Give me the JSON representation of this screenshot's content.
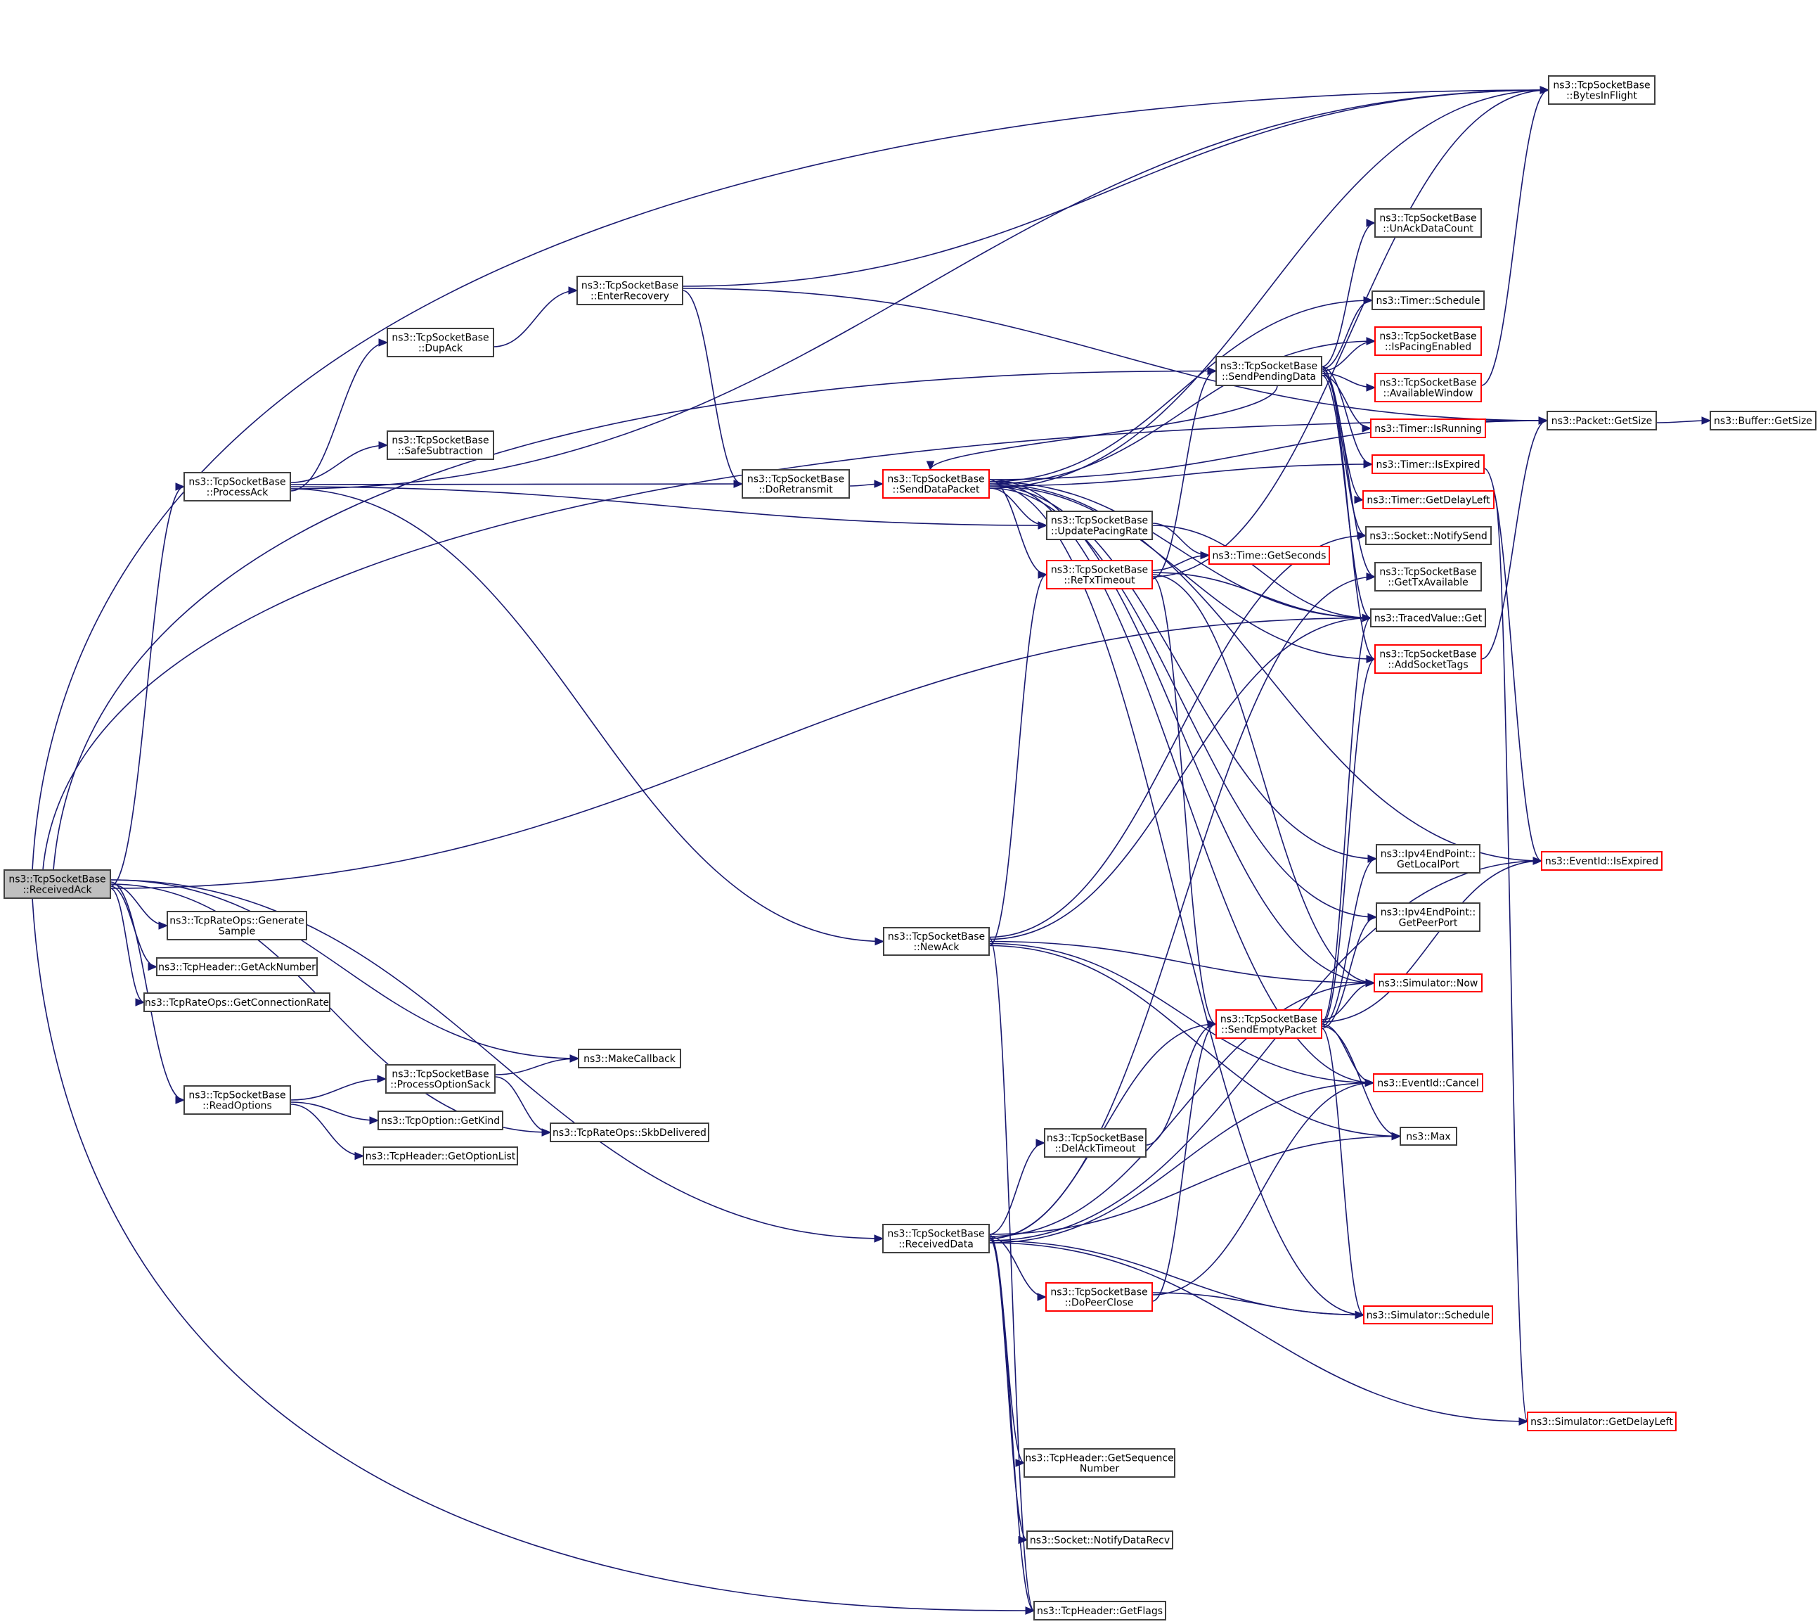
{
  "diagram": {
    "type": "call-graph",
    "root": "n_receivedack",
    "colors": {
      "edge": "#191970",
      "node_border": "#404040",
      "truncated_border": "#ff0000",
      "root_fill": "#bfbfbf"
    },
    "nodes": [
      {
        "id": "n_receivedack",
        "lines": [
          "ns3::TcpSocketBase",
          "::ReceivedAck"
        ],
        "root": true
      },
      {
        "id": "n_bytesinflight",
        "lines": [
          "ns3::TcpSocketBase",
          "::BytesInFlight"
        ]
      },
      {
        "id": "n_packetgetsize",
        "lines": [
          "ns3::Packet::GetSize"
        ]
      },
      {
        "id": "n_buffergetsize",
        "lines": [
          "ns3::Buffer::GetSize"
        ]
      },
      {
        "id": "n_unackdatacount",
        "lines": [
          "ns3::TcpSocketBase",
          "::UnAckDataCount"
        ]
      },
      {
        "id": "n_timerschedule",
        "lines": [
          "ns3::Timer::Schedule"
        ]
      },
      {
        "id": "n_ispacingenabled",
        "lines": [
          "ns3::TcpSocketBase",
          "::IsPacingEnabled"
        ],
        "truncated": true
      },
      {
        "id": "n_sendpendingdata",
        "lines": [
          "ns3::TcpSocketBase",
          "::SendPendingData"
        ]
      },
      {
        "id": "n_availablewindow",
        "lines": [
          "ns3::TcpSocketBase",
          "::AvailableWindow"
        ],
        "truncated": true
      },
      {
        "id": "n_timerisrunning",
        "lines": [
          "ns3::Timer::IsRunning"
        ],
        "truncated": true
      },
      {
        "id": "n_timerisexpired",
        "lines": [
          "ns3::Timer::IsExpired"
        ],
        "truncated": true
      },
      {
        "id": "n_timergetdelayleft",
        "lines": [
          "ns3::Timer::GetDelayLeft"
        ],
        "truncated": true
      },
      {
        "id": "n_notifysend",
        "lines": [
          "ns3::Socket::NotifySend"
        ]
      },
      {
        "id": "n_timegetseconds",
        "lines": [
          "ns3::Time::GetSeconds"
        ],
        "truncated": true
      },
      {
        "id": "n_gettxavailable",
        "lines": [
          "ns3::TcpSocketBase",
          "::GetTxAvailable"
        ]
      },
      {
        "id": "n_tracedvalueget",
        "lines": [
          "ns3::TracedValue::Get"
        ]
      },
      {
        "id": "n_addsockettags",
        "lines": [
          "ns3::TcpSocketBase",
          "::AddSocketTags"
        ],
        "truncated": true
      },
      {
        "id": "n_eventidisexpired",
        "lines": [
          "ns3::EventId::IsExpired"
        ],
        "truncated": true
      },
      {
        "id": "n_getlocalport",
        "lines": [
          "ns3::Ipv4EndPoint::",
          "GetLocalPort"
        ]
      },
      {
        "id": "n_getpeerport",
        "lines": [
          "ns3::Ipv4EndPoint::",
          "GetPeerPort"
        ]
      },
      {
        "id": "n_simulatornow",
        "lines": [
          "ns3::Simulator::Now"
        ],
        "truncated": true
      },
      {
        "id": "n_sendemptypacket",
        "lines": [
          "ns3::TcpSocketBase",
          "::SendEmptyPacket"
        ],
        "truncated": true
      },
      {
        "id": "n_eventidcancel",
        "lines": [
          "ns3::EventId::Cancel"
        ],
        "truncated": true
      },
      {
        "id": "n_max",
        "lines": [
          "ns3::Max"
        ]
      },
      {
        "id": "n_delacktimeout",
        "lines": [
          "ns3::TcpSocketBase",
          "::DelAckTimeout"
        ]
      },
      {
        "id": "n_dopeerclose",
        "lines": [
          "ns3::TcpSocketBase",
          "::DoPeerClose"
        ],
        "truncated": true
      },
      {
        "id": "n_simulatorschedule",
        "lines": [
          "ns3::Simulator::Schedule"
        ],
        "truncated": true
      },
      {
        "id": "n_simulatorgetdelayleft",
        "lines": [
          "ns3::Simulator::GetDelayLeft"
        ],
        "truncated": true
      },
      {
        "id": "n_receiveddata",
        "lines": [
          "ns3::TcpSocketBase",
          "::ReceivedData"
        ]
      },
      {
        "id": "n_getsequencenumber",
        "lines": [
          "ns3::TcpHeader::GetSequence",
          "Number"
        ]
      },
      {
        "id": "n_notifydatarecv",
        "lines": [
          "ns3::Socket::NotifyDataRecv"
        ]
      },
      {
        "id": "n_getflags",
        "lines": [
          "ns3::TcpHeader::GetFlags"
        ]
      },
      {
        "id": "n_generatesample",
        "lines": [
          "ns3::TcpRateOps::Generate",
          "Sample"
        ]
      },
      {
        "id": "n_getacknumber",
        "lines": [
          "ns3::TcpHeader::GetAckNumber"
        ]
      },
      {
        "id": "n_getconnectionrate",
        "lines": [
          "ns3::TcpRateOps::GetConnectionRate"
        ]
      },
      {
        "id": "n_makecallback",
        "lines": [
          "ns3::MakeCallback"
        ]
      },
      {
        "id": "n_processoptionsack",
        "lines": [
          "ns3::TcpSocketBase",
          "::ProcessOptionSack"
        ]
      },
      {
        "id": "n_readoptions",
        "lines": [
          "ns3::TcpSocketBase",
          "::ReadOptions"
        ]
      },
      {
        "id": "n_getkind",
        "lines": [
          "ns3::TcpOption::GetKind"
        ]
      },
      {
        "id": "n_getoptionlist",
        "lines": [
          "ns3::TcpHeader::GetOptionList"
        ]
      },
      {
        "id": "n_skbdelivered",
        "lines": [
          "ns3::TcpRateOps::SkbDelivered"
        ]
      },
      {
        "id": "n_enterrecovery",
        "lines": [
          "ns3::TcpSocketBase",
          "::EnterRecovery"
        ]
      },
      {
        "id": "n_dupack",
        "lines": [
          "ns3::TcpSocketBase",
          "::DupAck"
        ]
      },
      {
        "id": "n_safesubtraction",
        "lines": [
          "ns3::TcpSocketBase",
          "::SafeSubtraction"
        ]
      },
      {
        "id": "n_processack",
        "lines": [
          "ns3::TcpSocketBase",
          "::ProcessAck"
        ]
      },
      {
        "id": "n_doretransmit",
        "lines": [
          "ns3::TcpSocketBase",
          "::DoRetransmit"
        ]
      },
      {
        "id": "n_senddatapacket",
        "lines": [
          "ns3::TcpSocketBase",
          "::SendDataPacket"
        ],
        "truncated": true
      },
      {
        "id": "n_updatepacingrate",
        "lines": [
          "ns3::TcpSocketBase",
          "::UpdatePacingRate"
        ]
      },
      {
        "id": "n_retxtimeout",
        "lines": [
          "ns3::TcpSocketBase",
          "::ReTxTimeout"
        ],
        "truncated": true
      },
      {
        "id": "n_newack",
        "lines": [
          "ns3::TcpSocketBase",
          "::NewAck"
        ]
      }
    ],
    "edges": [
      [
        "n_receivedack",
        "n_bytesinflight"
      ],
      [
        "n_receivedack",
        "n_packetgetsize"
      ],
      [
        "n_receivedack",
        "n_sendpendingdata"
      ],
      [
        "n_receivedack",
        "n_processack"
      ],
      [
        "n_receivedack",
        "n_tracedvalueget"
      ],
      [
        "n_receivedack",
        "n_receiveddata"
      ],
      [
        "n_receivedack",
        "n_getflags"
      ],
      [
        "n_receivedack",
        "n_generatesample"
      ],
      [
        "n_receivedack",
        "n_getacknumber"
      ],
      [
        "n_receivedack",
        "n_getconnectionrate"
      ],
      [
        "n_receivedack",
        "n_makecallback"
      ],
      [
        "n_receivedack",
        "n_readoptions"
      ],
      [
        "n_receivedack",
        "n_skbdelivered"
      ],
      [
        "n_processack",
        "n_bytesinflight"
      ],
      [
        "n_processack",
        "n_dupack"
      ],
      [
        "n_processack",
        "n_safesubtraction"
      ],
      [
        "n_processack",
        "n_doretransmit"
      ],
      [
        "n_processack",
        "n_updatepacingrate"
      ],
      [
        "n_processack",
        "n_newack"
      ],
      [
        "n_dupack",
        "n_enterrecovery"
      ],
      [
        "n_enterrecovery",
        "n_bytesinflight"
      ],
      [
        "n_enterrecovery",
        "n_packetgetsize"
      ],
      [
        "n_enterrecovery",
        "n_doretransmit"
      ],
      [
        "n_doretransmit",
        "n_senddatapacket"
      ],
      [
        "n_senddatapacket",
        "n_bytesinflight"
      ],
      [
        "n_senddatapacket",
        "n_packetgetsize"
      ],
      [
        "n_senddatapacket",
        "n_timerschedule"
      ],
      [
        "n_senddatapacket",
        "n_ispacingenabled"
      ],
      [
        "n_senddatapacket",
        "n_timerisexpired"
      ],
      [
        "n_senddatapacket",
        "n_updatepacingrate"
      ],
      [
        "n_senddatapacket",
        "n_retxtimeout"
      ],
      [
        "n_senddatapacket",
        "n_tracedvalueget"
      ],
      [
        "n_senddatapacket",
        "n_eventidisexpired"
      ],
      [
        "n_senddatapacket",
        "n_getlocalport"
      ],
      [
        "n_senddatapacket",
        "n_getpeerport"
      ],
      [
        "n_senddatapacket",
        "n_simulatornow"
      ],
      [
        "n_senddatapacket",
        "n_eventidcancel"
      ],
      [
        "n_senddatapacket",
        "n_simulatorschedule"
      ],
      [
        "n_senddatapacket",
        "n_addsockettags"
      ],
      [
        "n_sendpendingdata",
        "n_senddatapacket"
      ],
      [
        "n_sendpendingdata",
        "n_unackdatacount"
      ],
      [
        "n_sendpendingdata",
        "n_timerschedule"
      ],
      [
        "n_sendpendingdata",
        "n_ispacingenabled"
      ],
      [
        "n_sendpendingdata",
        "n_availablewindow"
      ],
      [
        "n_sendpendingdata",
        "n_timerisrunning"
      ],
      [
        "n_sendpendingdata",
        "n_timerisexpired"
      ],
      [
        "n_sendpendingdata",
        "n_timergetdelayleft"
      ],
      [
        "n_sendpendingdata",
        "n_notifysend"
      ],
      [
        "n_sendpendingdata",
        "n_gettxavailable"
      ],
      [
        "n_sendpendingdata",
        "n_tracedvalueget"
      ],
      [
        "n_sendpendingdata",
        "n_addsockettags"
      ],
      [
        "n_availablewindow",
        "n_bytesinflight"
      ],
      [
        "n_addsockettags",
        "n_packetgetsize"
      ],
      [
        "n_packetgetsize",
        "n_buffergetsize"
      ],
      [
        "n_timerisexpired",
        "n_eventidisexpired"
      ],
      [
        "n_timergetdelayleft",
        "n_simulatorgetdelayleft"
      ],
      [
        "n_updatepacingrate",
        "n_timegetseconds"
      ],
      [
        "n_updatepacingrate",
        "n_tracedvalueget"
      ],
      [
        "n_retxtimeout",
        "n_bytesinflight"
      ],
      [
        "n_retxtimeout",
        "n_sendpendingdata"
      ],
      [
        "n_retxtimeout",
        "n_timegetseconds"
      ],
      [
        "n_retxtimeout",
        "n_tracedvalueget"
      ],
      [
        "n_retxtimeout",
        "n_simulatornow"
      ],
      [
        "n_retxtimeout",
        "n_sendemptypacket"
      ],
      [
        "n_newack",
        "n_retxtimeout"
      ],
      [
        "n_newack",
        "n_notifysend"
      ],
      [
        "n_newack",
        "n_tracedvalueget"
      ],
      [
        "n_newack",
        "n_simulatornow"
      ],
      [
        "n_newack",
        "n_eventidcancel"
      ],
      [
        "n_newack",
        "n_max"
      ],
      [
        "n_newack",
        "n_getflags"
      ],
      [
        "n_sendemptypacket",
        "n_tracedvalueget"
      ],
      [
        "n_sendemptypacket",
        "n_addsockettags"
      ],
      [
        "n_sendemptypacket",
        "n_getlocalport"
      ],
      [
        "n_sendemptypacket",
        "n_getpeerport"
      ],
      [
        "n_sendemptypacket",
        "n_simulatornow"
      ],
      [
        "n_sendemptypacket",
        "n_eventidisexpired"
      ],
      [
        "n_sendemptypacket",
        "n_eventidcancel"
      ],
      [
        "n_sendemptypacket",
        "n_max"
      ],
      [
        "n_sendemptypacket",
        "n_simulatorschedule"
      ],
      [
        "n_receiveddata",
        "n_delacktimeout"
      ],
      [
        "n_receiveddata",
        "n_dopeerclose"
      ],
      [
        "n_receiveddata",
        "n_sendemptypacket"
      ],
      [
        "n_receiveddata",
        "n_simulatorschedule"
      ],
      [
        "n_receiveddata",
        "n_simulatorgetdelayleft"
      ],
      [
        "n_receiveddata",
        "n_getsequencenumber"
      ],
      [
        "n_receiveddata",
        "n_notifydatarecv"
      ],
      [
        "n_receiveddata",
        "n_getflags"
      ],
      [
        "n_receiveddata",
        "n_eventidisexpired"
      ],
      [
        "n_receiveddata",
        "n_eventidcancel"
      ],
      [
        "n_receiveddata",
        "n_max"
      ],
      [
        "n_receiveddata",
        "n_simulatornow"
      ],
      [
        "n_receiveddata",
        "n_gettxavailable"
      ],
      [
        "n_delacktimeout",
        "n_sendemptypacket"
      ],
      [
        "n_dopeerclose",
        "n_sendemptypacket"
      ],
      [
        "n_dopeerclose",
        "n_simulatorschedule"
      ],
      [
        "n_dopeerclose",
        "n_eventidcancel"
      ],
      [
        "n_readoptions",
        "n_processoptionsack"
      ],
      [
        "n_readoptions",
        "n_getkind"
      ],
      [
        "n_readoptions",
        "n_getoptionlist"
      ],
      [
        "n_processoptionsack",
        "n_makecallback"
      ],
      [
        "n_processoptionsack",
        "n_skbdelivered"
      ]
    ]
  }
}
